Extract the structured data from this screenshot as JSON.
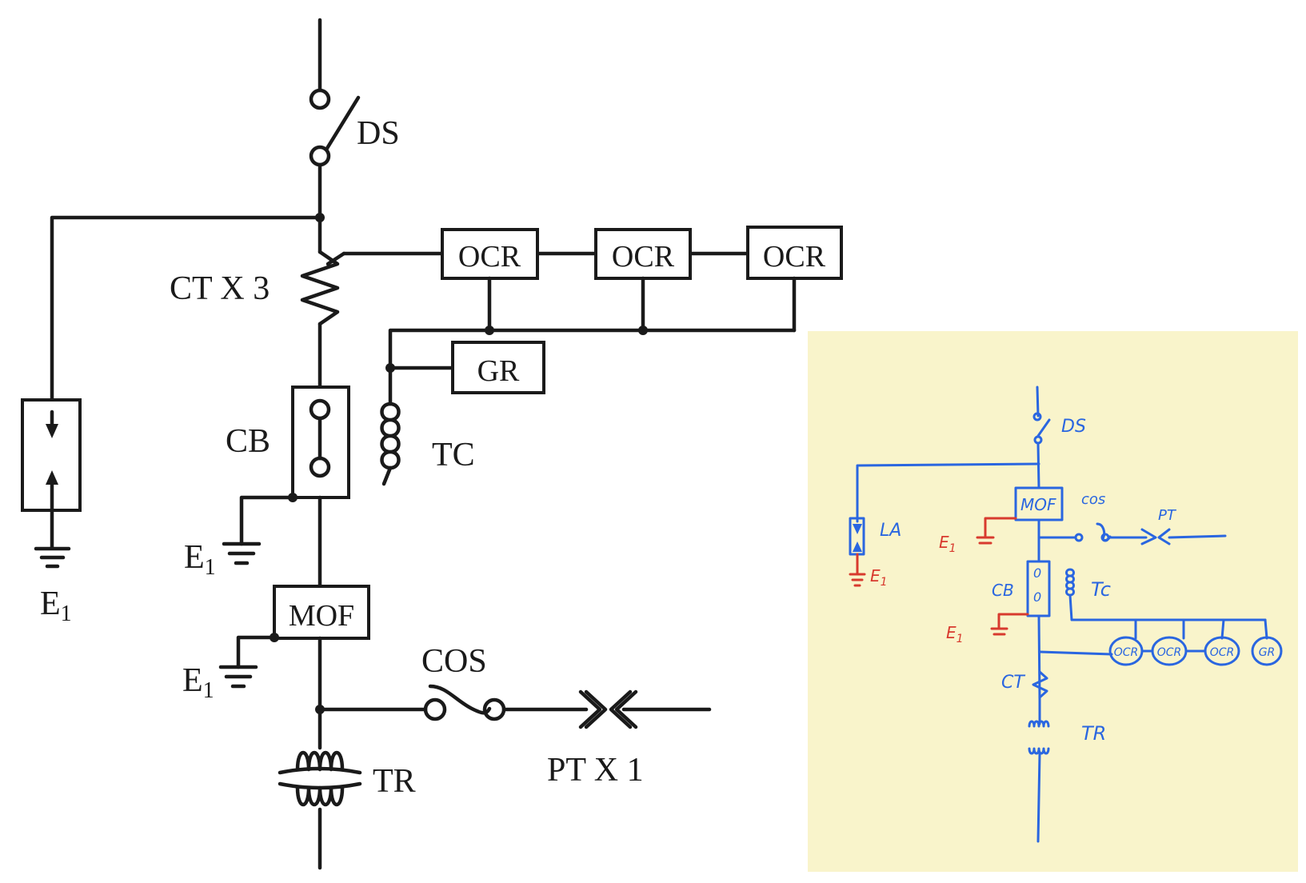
{
  "diagram": {
    "labels": {
      "ds": "DS",
      "ct": "CT X 3",
      "ocr": "OCR",
      "gr": "GR",
      "cb": "CB",
      "tc": "TC",
      "mof": "MOF",
      "cos": "COS",
      "pt": "PT X 1",
      "tr": "TR",
      "e": "E",
      "e_sub": "1"
    }
  },
  "sketch": {
    "background": "#f9f4cb",
    "ink_blue": "#2a66e0",
    "ink_red": "#d83a2e",
    "labels": {
      "ds": "DS",
      "mof": "MOF",
      "cos": "cos",
      "pt": "PT",
      "la": "LA",
      "e": "E",
      "e_sub": "1",
      "cb": "CB",
      "cb_marks": [
        "0",
        "0"
      ],
      "tc": "Tc",
      "ocr": [
        "OCR",
        "OCR",
        "OCR"
      ],
      "gr": "GR",
      "ct": "CT",
      "tr": "TR"
    }
  }
}
